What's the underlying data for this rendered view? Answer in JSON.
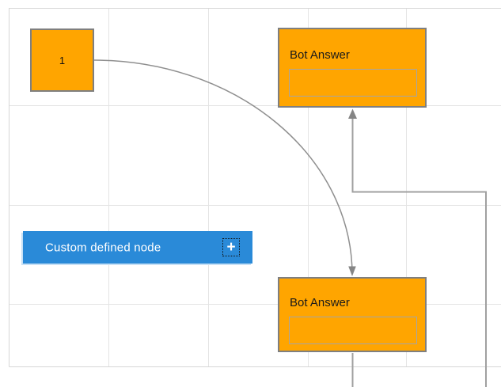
{
  "diagram": {
    "start_node": {
      "label": "1"
    },
    "bot_answer_top": {
      "title": "Bot Answer",
      "field_value": ""
    },
    "bot_answer_bottom": {
      "title": "Bot Answer",
      "field_value": ""
    },
    "custom_node": {
      "label": "Custom defined node",
      "add_icon": "+"
    }
  },
  "colors": {
    "node_fill": "#FFA500",
    "node_border": "#7F7F7F",
    "field_border": "#A5A5A5",
    "custom_node_fill": "#2A8AD8",
    "custom_node_text": "#FFFFFF",
    "custom_node_shadow": "#C7E1F6",
    "connector": "#9B9B9B",
    "arrowhead": "#858585",
    "grid_line": "#E4E4E4",
    "page_border": "#D7D7D7"
  }
}
